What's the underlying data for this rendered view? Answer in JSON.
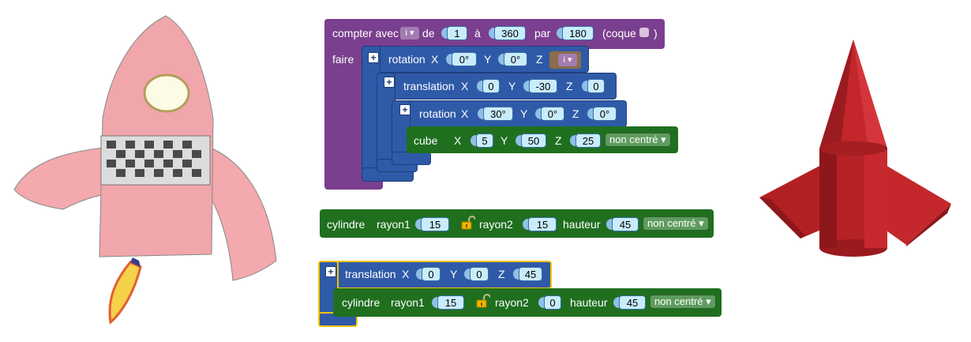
{
  "loop": {
    "label": "compter avec",
    "var": "i",
    "de_label": "de",
    "from": "1",
    "to_label": "à",
    "to": "360",
    "by_label": "par",
    "by": "180",
    "hull_label": "(coque",
    "close_paren": ")",
    "do_label": "faire"
  },
  "rotation1": {
    "label": "rotation",
    "x_label": "X",
    "x": "0°",
    "y_label": "Y",
    "y": "0°",
    "z_label": "Z",
    "z_var": "i"
  },
  "translation1": {
    "label": "translation",
    "x_label": "X",
    "x": "0",
    "y_label": "Y",
    "y": "-30",
    "z_label": "Z",
    "z": "0"
  },
  "rotation2": {
    "label": "rotation",
    "x_label": "X",
    "x": "30°",
    "y_label": "Y",
    "y": "0°",
    "z_label": "Z",
    "z": "0°"
  },
  "cube": {
    "label": "cube",
    "x_label": "X",
    "x": "5",
    "y_label": "Y",
    "y": "50",
    "z_label": "Z",
    "z": "25",
    "mode": "non centré"
  },
  "cylinder1": {
    "label": "cylindre",
    "r1_label": "rayon1",
    "r1": "15",
    "r2_label": "rayon2",
    "r2": "15",
    "h_label": "hauteur",
    "h": "45",
    "mode": "non centré"
  },
  "translation2": {
    "label": "translation",
    "x_label": "X",
    "x": "0",
    "y_label": "Y",
    "y": "0",
    "z_label": "Z",
    "z": "45"
  },
  "cylinder2": {
    "label": "cylindre",
    "r1_label": "rayon1",
    "r1": "15",
    "r2_label": "rayon2",
    "r2": "0",
    "h_label": "hauteur",
    "h": "45",
    "mode": "non centré"
  },
  "icons": {
    "plus": "+",
    "dropdown": "▾",
    "lock": "lock-open-icon"
  },
  "colors": {
    "loop": "#7a3f8e",
    "transform": "#2f5aa8",
    "shape": "#1f6f1f",
    "field": "#c9ecfb",
    "rocket3d": "#c0282d"
  }
}
